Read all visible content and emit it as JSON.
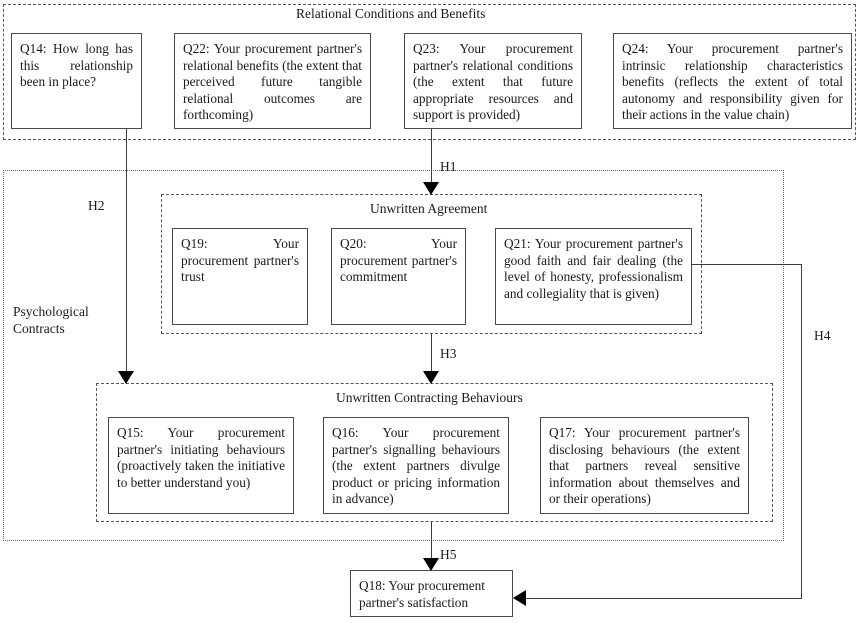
{
  "diagram": {
    "groups": {
      "relational": {
        "title": "Relational Conditions and Benefits"
      },
      "psychological": {
        "title": "Psychological\nContracts"
      },
      "unwritten_agreement": {
        "title": "Unwritten Agreement"
      },
      "unwritten_behaviours": {
        "title": "Unwritten Contracting Behaviours"
      }
    },
    "boxes": {
      "q14": "Q14: How long has this relationship been in place?",
      "q22": "Q22: Your procurement partner's relational benefits (the extent that perceived future tangible relational outcomes are forthcoming)",
      "q23": "Q23: Your procurement partner's relational conditions (the extent that future appropriate resources and support is provided)",
      "q24": "Q24: Your procurement partner's intrinsic relationship characteristics benefits (reflects the extent of total autonomy and responsibility given for their actions in the value chain)",
      "q19": "Q19: Your procurement partner's trust",
      "q20": "Q20: Your procurement partner's commitment",
      "q21": "Q21: Your procurement partner's good faith and fair dealing (the level of honesty, professionalism and collegiality that is given)",
      "q15": "Q15: Your procurement partner's initiating behaviours (proactively taken the initiative to better understand you)",
      "q16": "Q16: Your procurement partner's signalling behaviours (the extent partners divulge product or pricing information in advance)",
      "q17": "Q17: Your procurement partner's disclosing behaviours (the extent that partners reveal sensitive information about themselves and or their operations)",
      "q18": "Q18: Your procurement partner's satisfaction"
    },
    "hypotheses": {
      "h1": "H1",
      "h2": "H2",
      "h3": "H3",
      "h4": "H4",
      "h5": "H5"
    },
    "colors": {
      "psychological_border": "#e03a3a",
      "group_border": "#555555",
      "box_border": "#4a4a4a",
      "connector": "#3d3d3d",
      "text": "#1a1a1a"
    }
  }
}
